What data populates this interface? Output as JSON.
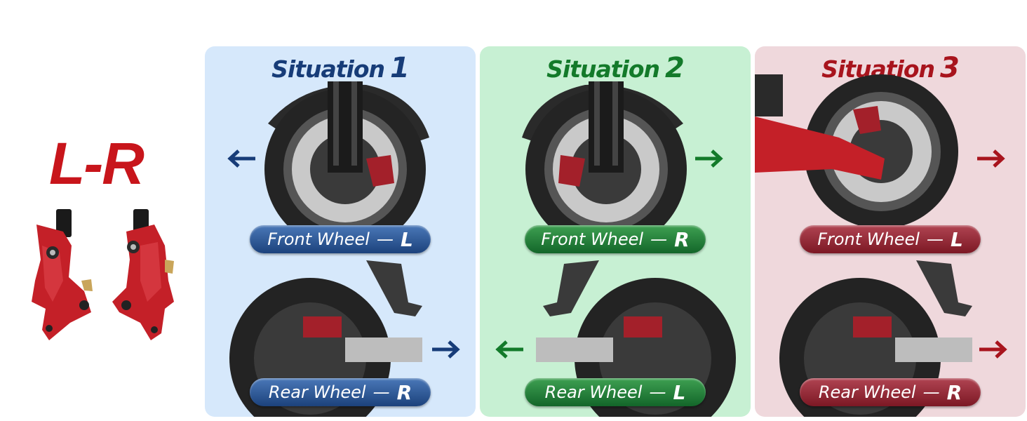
{
  "left": {
    "title": "L-R"
  },
  "situations": [
    {
      "word": "Situation",
      "number": "1",
      "front_label": "Front Wheel",
      "front_side": "L",
      "rear_label": "Rear Wheel",
      "rear_side": "R",
      "color": "#173c78",
      "front_arrow": "left",
      "rear_arrow": "right"
    },
    {
      "word": "Situation",
      "number": "2",
      "front_label": "Front Wheel",
      "front_side": "R",
      "rear_label": "Rear Wheel",
      "rear_side": "L",
      "color": "#137a2a",
      "front_arrow": "right",
      "rear_arrow": "left"
    },
    {
      "word": "Situation",
      "number": "3",
      "front_label": "Front Wheel",
      "front_side": "L",
      "rear_label": "Rear Wheel",
      "rear_side": "R",
      "color": "#a8141d",
      "front_arrow": "right",
      "rear_arrow": "right"
    }
  ],
  "colors": {
    "brand_red": "#c8151b",
    "panel1_bg": "#d6e8fb",
    "panel2_bg": "#c7f0d3",
    "panel3_bg": "#efd8dc"
  }
}
